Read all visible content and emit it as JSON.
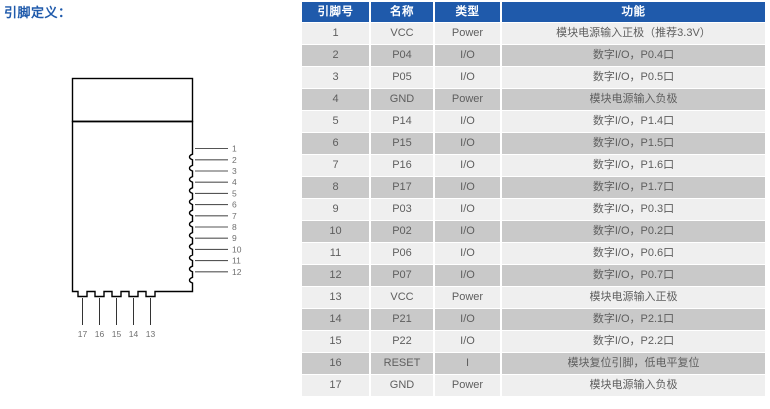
{
  "section": {
    "title": "引脚定义："
  },
  "diagram": {
    "name": "module-pin-diagram",
    "right_pins": [
      "1",
      "2",
      "3",
      "4",
      "5",
      "6",
      "7",
      "8",
      "9",
      "10",
      "11",
      "12"
    ],
    "bottom_pins": [
      "17",
      "16",
      "15",
      "14",
      "13"
    ]
  },
  "table": {
    "headers": [
      "引脚号",
      "名称",
      "类型",
      "功能"
    ],
    "rows": [
      {
        "num": "1",
        "name": "VCC",
        "type": "Power",
        "func": "模块电源输入正极（推荐3.3V）"
      },
      {
        "num": "2",
        "name": "P04",
        "type": "I/O",
        "func": "数字I/O，P0.4口"
      },
      {
        "num": "3",
        "name": "P05",
        "type": "I/O",
        "func": "数字I/O，P0.5口"
      },
      {
        "num": "4",
        "name": "GND",
        "type": "Power",
        "func": "模块电源输入负极"
      },
      {
        "num": "5",
        "name": "P14",
        "type": "I/O",
        "func": "数字I/O，P1.4口"
      },
      {
        "num": "6",
        "name": "P15",
        "type": "I/O",
        "func": "数字I/O，P1.5口"
      },
      {
        "num": "7",
        "name": "P16",
        "type": "I/O",
        "func": "数字I/O，P1.6口"
      },
      {
        "num": "8",
        "name": "P17",
        "type": "I/O",
        "func": "数字I/O，P1.7口"
      },
      {
        "num": "9",
        "name": "P03",
        "type": "I/O",
        "func": "数字I/O，P0.3口"
      },
      {
        "num": "10",
        "name": "P02",
        "type": "I/O",
        "func": "数字I/O，P0.2口"
      },
      {
        "num": "11",
        "name": "P06",
        "type": "I/O",
        "func": "数字I/O，P0.6口"
      },
      {
        "num": "12",
        "name": "P07",
        "type": "I/O",
        "func": "数字I/O，P0.7口"
      },
      {
        "num": "13",
        "name": "VCC",
        "type": "Power",
        "func": "模块电源输入正极"
      },
      {
        "num": "14",
        "name": "P21",
        "type": "I/O",
        "func": "数字I/O，P2.1口"
      },
      {
        "num": "15",
        "name": "P22",
        "type": "I/O",
        "func": "数字I/O，P2.2口"
      },
      {
        "num": "16",
        "name": "RESET",
        "type": "I",
        "func": "模块复位引脚，低电平复位"
      },
      {
        "num": "17",
        "name": "GND",
        "type": "Power",
        "func": "模块电源输入负极"
      }
    ]
  },
  "colors": {
    "header_blue": "#1f5aab",
    "row_light": "#efefef",
    "row_dark": "#c9c9c9",
    "text_gray": "#5e5e5e",
    "diagram_line": "#000000",
    "pin_label": "#6f6f6f"
  }
}
